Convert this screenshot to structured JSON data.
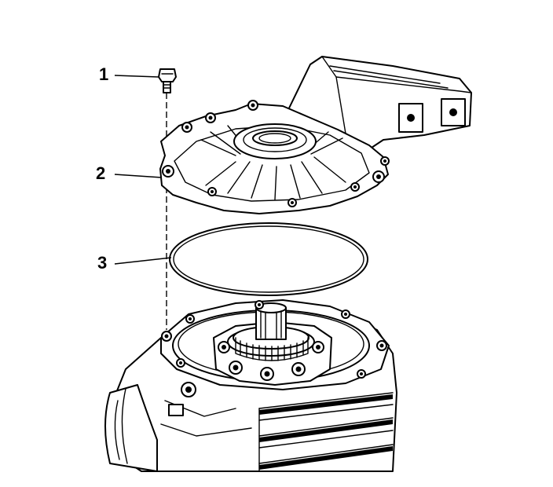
{
  "callouts": [
    {
      "number": "1",
      "part": "bolt"
    },
    {
      "number": "2",
      "part": "cover"
    },
    {
      "number": "3",
      "part": "seal ring"
    }
  ],
  "colors": {
    "ink": "#000000",
    "paper": "#ffffff"
  }
}
